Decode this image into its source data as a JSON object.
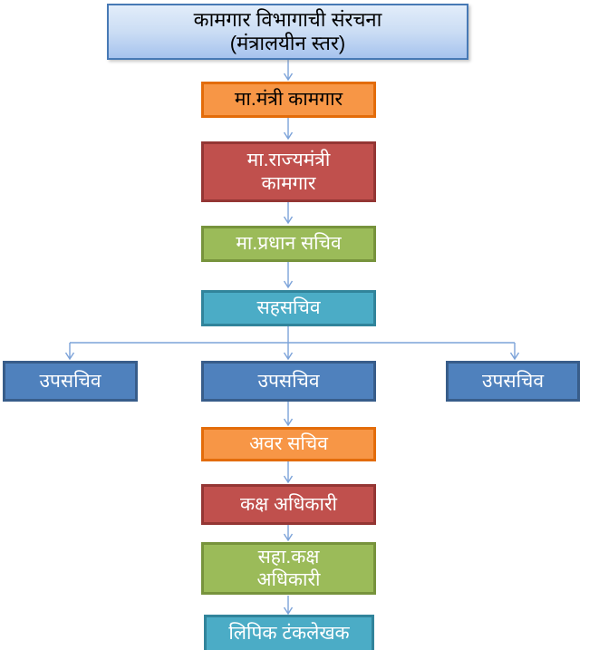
{
  "diagram": {
    "nodes": {
      "title": {
        "lines": [
          "कामगार विभागाची संरचना",
          "(मंत्रालयीन स्तर)"
        ]
      },
      "minister": {
        "label": "मा.मंत्री कामगार"
      },
      "state_minister": {
        "lines": [
          "मा.राज्यमंत्री",
          "कामगार"
        ]
      },
      "principal_secretary": {
        "label": "मा.प्रधान सचिव"
      },
      "joint_secretary": {
        "label": "सहसचिव"
      },
      "deputy_secretary_left": {
        "label": "उपसचिव"
      },
      "deputy_secretary_center": {
        "label": "उपसचिव"
      },
      "deputy_secretary_right": {
        "label": "उपसचिव"
      },
      "under_secretary": {
        "label": "अवर सचिव"
      },
      "section_officer": {
        "label": "कक्ष अधिकारी"
      },
      "assistant_section_officer": {
        "lines": [
          "सहा.कक्ष",
          "अधिकारी"
        ]
      },
      "clerk_typist": {
        "label": "लिपिक टंकलेखक"
      }
    },
    "colors": {
      "title_fill_top": "#E2EDFA",
      "title_fill_bottom": "#A6C3EE",
      "title_border": "#4779B5",
      "orange_fill": "#F79646",
      "orange_border": "#E36C0A",
      "red_fill": "#C0504D",
      "red_border": "#943634",
      "green_fill": "#9BBB59",
      "green_border": "#77933C",
      "teal_fill": "#4BACC6",
      "teal_border": "#31849B",
      "blue_fill": "#4F81BD",
      "blue_border": "#385D8A",
      "connector": "#7CA3D9",
      "background": "#FFFFFF"
    }
  }
}
